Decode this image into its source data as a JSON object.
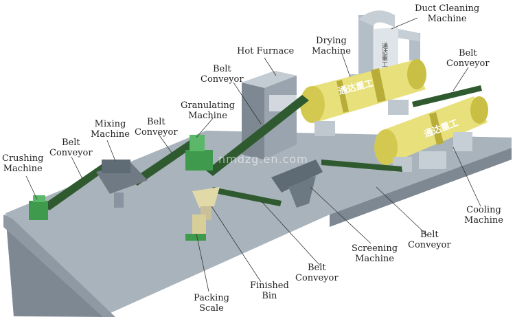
{
  "labels": {
    "duct_cleaning": [
      "Duct Cleaning",
      "Machine"
    ],
    "drying": [
      "Drying",
      "Machine"
    ],
    "hot_furnace": [
      "Hot Furnace"
    ],
    "belt_conveyor_top_right": [
      "Belt",
      "Conveyor"
    ],
    "belt_conveyor_furnace": [
      "Belt",
      "Conveyor"
    ],
    "granulating": [
      "Granulating",
      "Machine"
    ],
    "mixing": [
      "Mixing",
      "Machine"
    ],
    "belt_conveyor_mixing": [
      "Belt",
      "Conveyor"
    ],
    "belt_conveyor_crushing": [
      "Belt",
      "Conveyor"
    ],
    "crushing": [
      "Crushing",
      "Machine"
    ],
    "cooling": [
      "Cooling",
      "Machine"
    ],
    "belt_conveyor_right_low": [
      "Belt",
      "Conveyor"
    ],
    "screening": [
      "Screening",
      "Machine"
    ],
    "belt_conveyor_bottom": [
      "Belt",
      "Conveyor"
    ],
    "finished_bin": [
      "Finished",
      "Bin"
    ],
    "packing_scale": [
      "Packing",
      "Scale"
    ]
  },
  "drum_text": {
    "drying": "通达重工",
    "cooling": "通达重工",
    "duct": "通达重工"
  },
  "watermark": "nmdzg.en.com",
  "colors": {
    "platform_top": "#a9b3bc",
    "platform_side": "#7d8893",
    "drum": "#e8e07a",
    "drum_dark": "#b9ad3a",
    "conveyor": "#2f5a2f",
    "machine_green": "#3f9a4d",
    "steel": "#b8c2cb"
  }
}
